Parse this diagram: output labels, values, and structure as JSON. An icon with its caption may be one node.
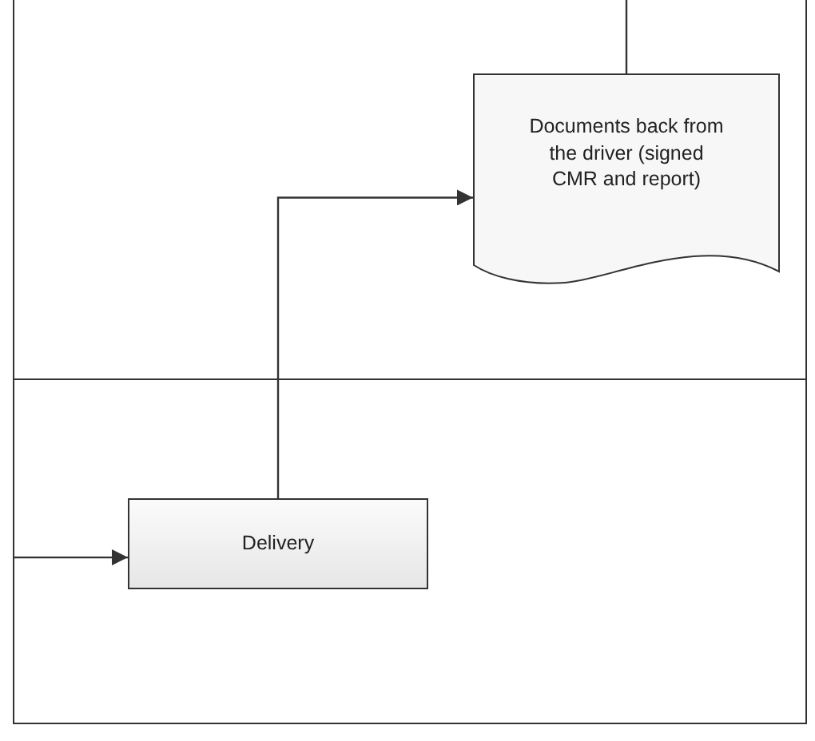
{
  "diagram": {
    "nodes": [
      {
        "text": [
          "Documents back from the driver (signed CMR and report)"
        ]
      },
      {
        "text": [
          "Delivery"
        ]
      }
    ],
    "edges": [
      {
        "from": null,
        "to": 0,
        "arrow": "none"
      },
      {
        "from": null,
        "to": 1,
        "arrow": "to"
      },
      {
        "from": 1,
        "to": 0,
        "arrow": "to"
      }
    ]
  }
}
